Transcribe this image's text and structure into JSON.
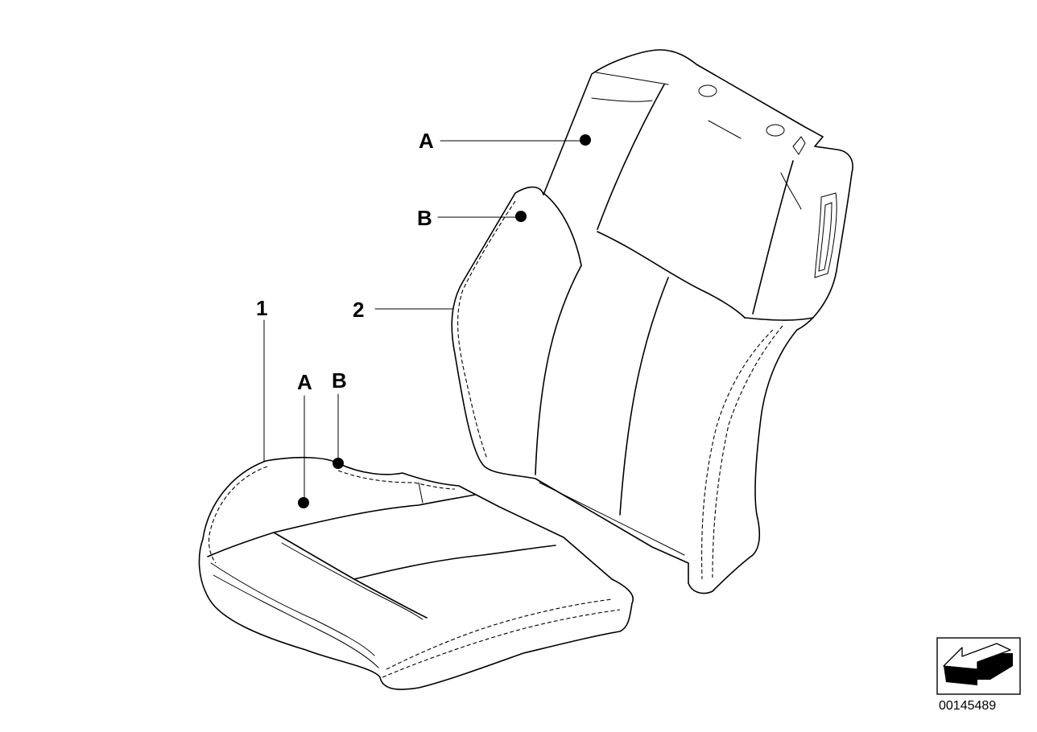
{
  "labels": {
    "part_1": "1",
    "part_2": "2",
    "backrest_A": "A",
    "backrest_B": "B",
    "cushion_A": "A",
    "cushion_B": "B"
  },
  "drawing_number": "00145489",
  "icon": "direction-arrow-icon"
}
